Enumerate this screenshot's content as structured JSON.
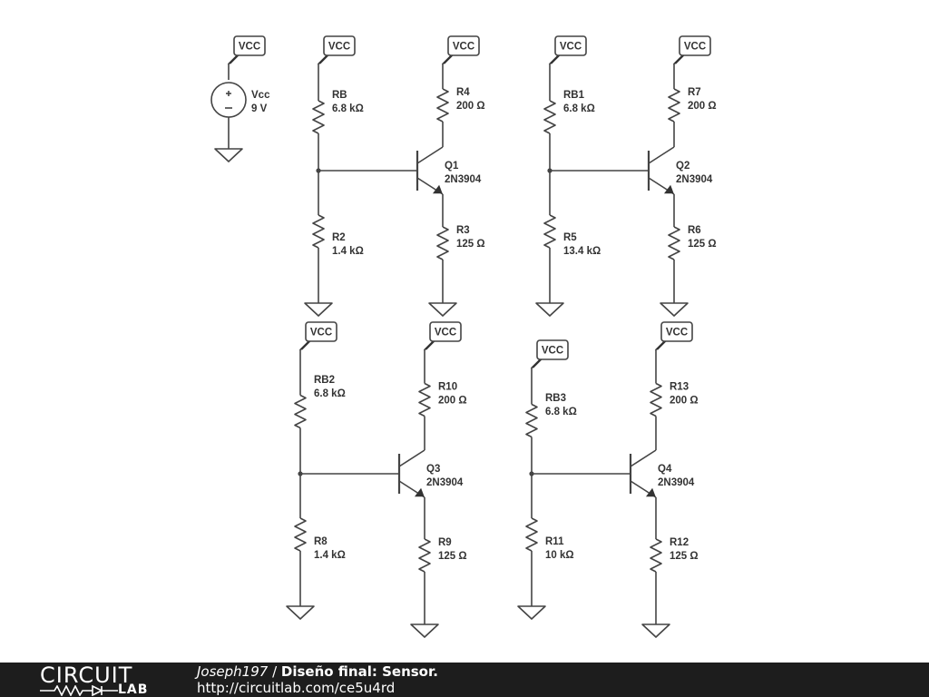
{
  "source": {
    "label": "Vcc",
    "value": "9 V"
  },
  "rail_label": "VCC",
  "stages": [
    {
      "top": {
        "name": "RB",
        "value": "6.8 kΩ"
      },
      "bottom": {
        "name": "R2",
        "value": "1.4 kΩ"
      },
      "collector": {
        "name": "R4",
        "value": "200 Ω"
      },
      "emitter": {
        "name": "R3",
        "value": "125 Ω"
      },
      "transistor": {
        "name": "Q1",
        "part": "2N3904"
      }
    },
    {
      "top": {
        "name": "RB1",
        "value": "6.8 kΩ"
      },
      "bottom": {
        "name": "R5",
        "value": "13.4 kΩ"
      },
      "collector": {
        "name": "R7",
        "value": "200 Ω"
      },
      "emitter": {
        "name": "R6",
        "value": "125 Ω"
      },
      "transistor": {
        "name": "Q2",
        "part": "2N3904"
      }
    },
    {
      "top": {
        "name": "RB2",
        "value": "6.8 kΩ"
      },
      "bottom": {
        "name": "R8",
        "value": "1.4 kΩ"
      },
      "collector": {
        "name": "R10",
        "value": "200 Ω"
      },
      "emitter": {
        "name": "R9",
        "value": "125 Ω"
      },
      "transistor": {
        "name": "Q3",
        "part": "2N3904"
      }
    },
    {
      "top": {
        "name": "RB3",
        "value": "6.8 kΩ"
      },
      "bottom": {
        "name": "R11",
        "value": "10 kΩ"
      },
      "collector": {
        "name": "R13",
        "value": "200 Ω"
      },
      "emitter": {
        "name": "R12",
        "value": "125 Ω"
      },
      "transistor": {
        "name": "Q4",
        "part": "2N3904"
      }
    }
  ],
  "footer": {
    "logo_top": "CIRCUIT",
    "logo_bottom": "LAB",
    "author": "Joseph197",
    "separator": " / ",
    "title": "Diseño final: Sensor.",
    "url": "http://circuitlab.com/ce5u4rd"
  },
  "colors": {
    "wire": "#444444",
    "label": "#333333",
    "footer_bg": "#1d1d1d",
    "footer_text": "#ffffff"
  }
}
